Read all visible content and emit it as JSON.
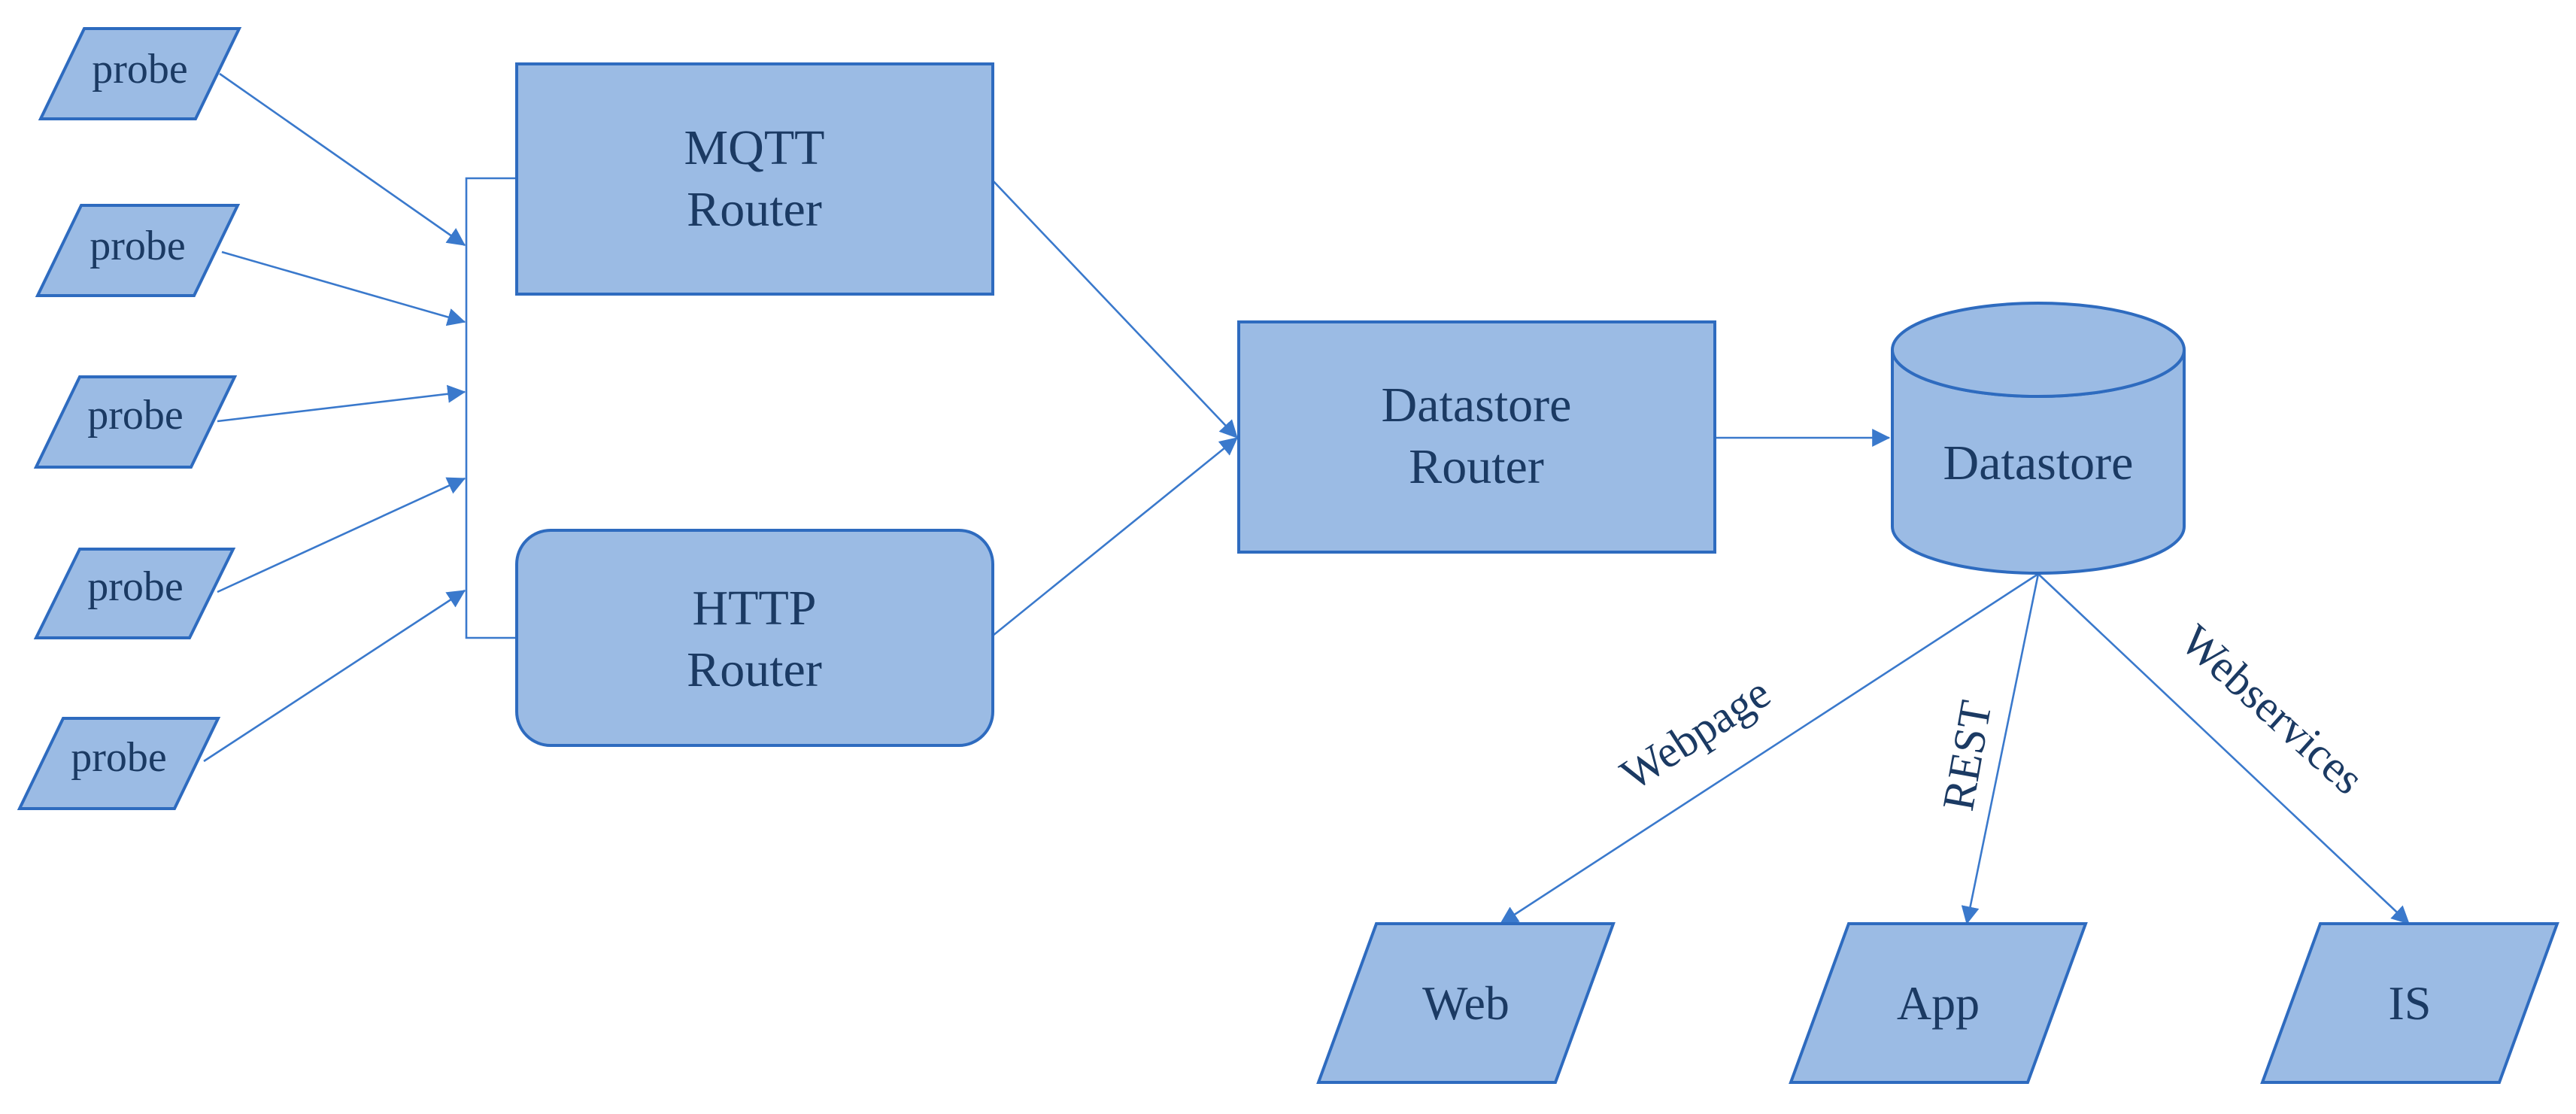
{
  "colors": {
    "node_fill": "#9bbbe4",
    "node_stroke": "#2e6bbf",
    "edge": "#3a79cc",
    "text": "#1b3a63"
  },
  "probes": [
    {
      "label": "probe"
    },
    {
      "label": "probe"
    },
    {
      "label": "probe"
    },
    {
      "label": "probe"
    },
    {
      "label": "probe"
    }
  ],
  "mqtt_router": {
    "line1": "MQTT",
    "line2": "Router"
  },
  "http_router": {
    "line1": "HTTP",
    "line2": "Router"
  },
  "datastore_router": {
    "line1": "Datastore",
    "line2": "Router"
  },
  "datastore": {
    "label": "Datastore"
  },
  "outputs": [
    {
      "label": "Web"
    },
    {
      "label": "App"
    },
    {
      "label": "IS"
    }
  ],
  "edge_labels": {
    "webpage": "Webpage",
    "rest": "REST",
    "webservices": "Webservices"
  }
}
